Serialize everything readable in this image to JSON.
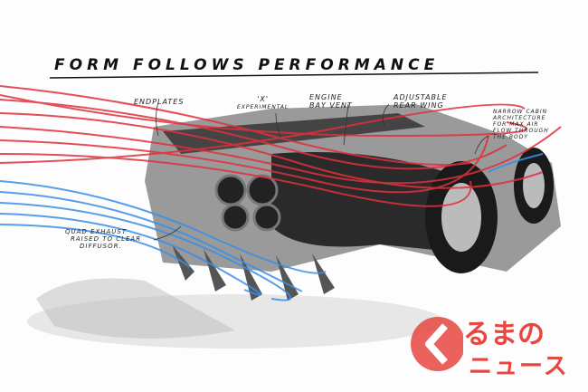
{
  "title": "Form Follows Performance",
  "labels": {
    "endplates": "Endplates",
    "x_line1": "'X'",
    "x_line2": "Experimental",
    "engine_line1": "Engine",
    "engine_line2": "Bay Vent",
    "wing_line1": "Adjustable",
    "wing_line2": "Rear Wing",
    "cabin_line1": "Narrow cabin",
    "cabin_line2": "architecture",
    "cabin_line3": "for max air",
    "cabin_line4": "flow through",
    "cabin_line5": "the body",
    "exhaust_line1": "Quad exhaust",
    "exhaust_line2": "raised to clear",
    "exhaust_line3": "diffusor."
  },
  "watermark": {
    "line1": "るまの",
    "line2": "ニュース"
  },
  "colors": {
    "airflow_hot": "#e0303c",
    "airflow_cool": "#3a8fe8",
    "logo": "#e8463f"
  }
}
